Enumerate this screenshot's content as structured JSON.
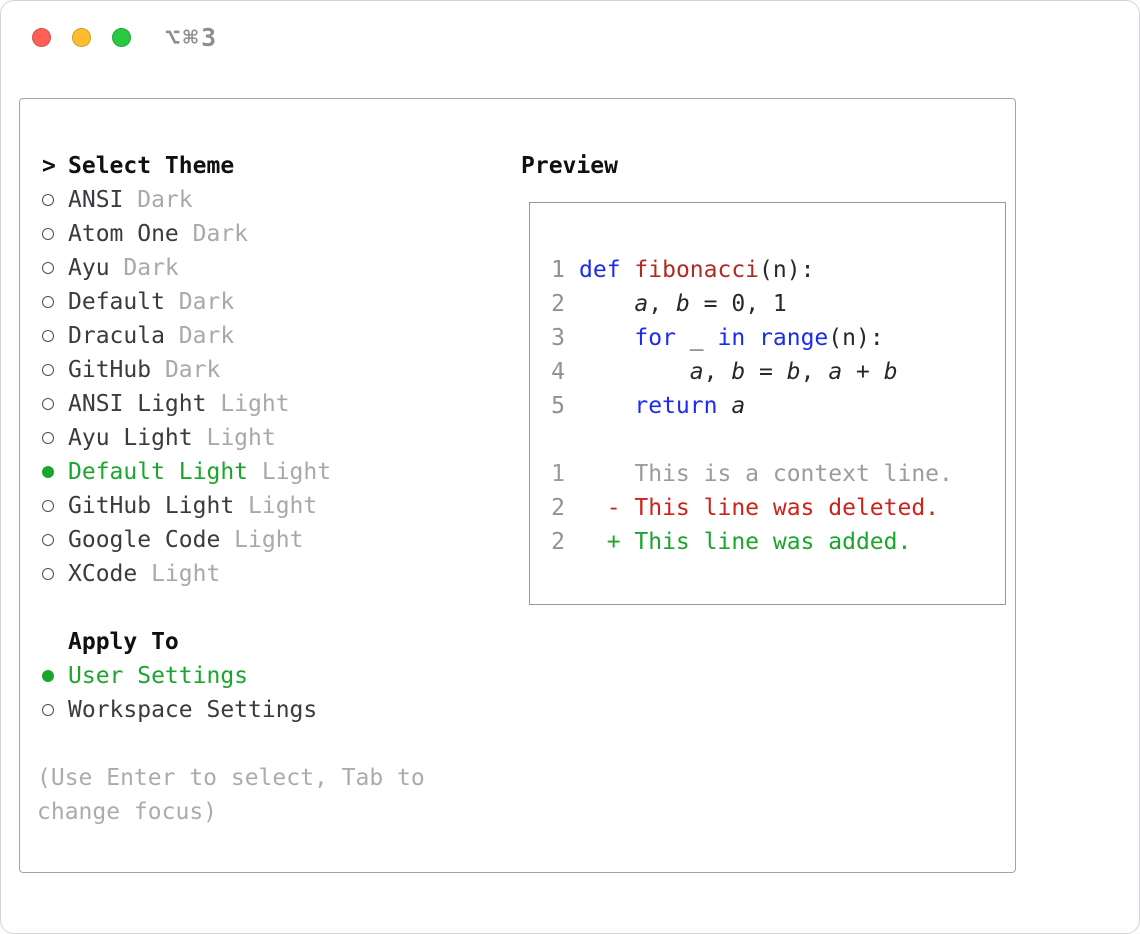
{
  "window": {
    "shortcut": "⌥⌘3",
    "traffic_lights": [
      {
        "name": "close",
        "color": "#ff5f57"
      },
      {
        "name": "minimize",
        "color": "#febc2e"
      },
      {
        "name": "zoom",
        "color": "#28c840"
      }
    ]
  },
  "colors": {
    "keyword": "#1a2cf0",
    "function": "#b22a22",
    "plain": "#28282c",
    "line_number": "#8f909a",
    "context": "#9b9ba0",
    "deleted": "#cc231b",
    "added": "#1aa62c",
    "green": "#1aa62c",
    "variant": "#a8a8ad",
    "hint": "#ababb0"
  },
  "theme_selector": {
    "prompt": ">",
    "title": "Select Theme",
    "items": [
      {
        "name": "ANSI",
        "variant": "Dark",
        "selected": false
      },
      {
        "name": "Atom One",
        "variant": "Dark",
        "selected": false
      },
      {
        "name": "Ayu",
        "variant": "Dark",
        "selected": false
      },
      {
        "name": "Default",
        "variant": "Dark",
        "selected": false
      },
      {
        "name": "Dracula",
        "variant": "Dark",
        "selected": false
      },
      {
        "name": "GitHub",
        "variant": "Dark",
        "selected": false
      },
      {
        "name": "ANSI Light",
        "variant": "Light",
        "selected": false
      },
      {
        "name": "Ayu Light",
        "variant": "Light",
        "selected": false
      },
      {
        "name": "Default Light",
        "variant": "Light",
        "selected": true
      },
      {
        "name": "GitHub Light",
        "variant": "Light",
        "selected": false
      },
      {
        "name": "Google Code",
        "variant": "Light",
        "selected": false
      },
      {
        "name": "XCode",
        "variant": "Light",
        "selected": false
      }
    ]
  },
  "apply_to": {
    "title": "Apply To",
    "options": [
      {
        "label": "User Settings",
        "selected": true
      },
      {
        "label": "Workspace Settings",
        "selected": false
      }
    ]
  },
  "hint": "(Use Enter to select, Tab to change focus)",
  "preview": {
    "title": "Preview",
    "code_lines": [
      {
        "number": "1",
        "segments": [
          {
            "text": "def",
            "style": "keyword"
          },
          {
            "text": " ",
            "style": "plain"
          },
          {
            "text": "fibonacci",
            "style": "function"
          },
          {
            "text": "(n):",
            "style": "plain"
          }
        ]
      },
      {
        "number": "2",
        "segments": [
          {
            "text": "    ",
            "style": "plain"
          },
          {
            "text": "a",
            "style": "var"
          },
          {
            "text": ", ",
            "style": "plain"
          },
          {
            "text": "b",
            "style": "var"
          },
          {
            "text": " = 0, 1",
            "style": "plain"
          }
        ]
      },
      {
        "number": "3",
        "segments": [
          {
            "text": "    ",
            "style": "plain"
          },
          {
            "text": "for",
            "style": "keyword"
          },
          {
            "text": " _ ",
            "style": "plain"
          },
          {
            "text": "in",
            "style": "keyword"
          },
          {
            "text": " ",
            "style": "plain"
          },
          {
            "text": "range",
            "style": "keyword"
          },
          {
            "text": "(n):",
            "style": "plain"
          }
        ]
      },
      {
        "number": "4",
        "segments": [
          {
            "text": "        ",
            "style": "plain"
          },
          {
            "text": "a",
            "style": "var"
          },
          {
            "text": ", ",
            "style": "plain"
          },
          {
            "text": "b",
            "style": "var"
          },
          {
            "text": " = ",
            "style": "plain"
          },
          {
            "text": "b",
            "style": "var"
          },
          {
            "text": ", ",
            "style": "plain"
          },
          {
            "text": "a",
            "style": "var"
          },
          {
            "text": " + ",
            "style": "plain"
          },
          {
            "text": "b",
            "style": "var"
          }
        ]
      },
      {
        "number": "5",
        "segments": [
          {
            "text": "    ",
            "style": "plain"
          },
          {
            "text": "return",
            "style": "keyword"
          },
          {
            "text": " ",
            "style": "plain"
          },
          {
            "text": "a",
            "style": "var"
          }
        ]
      }
    ],
    "diff_lines": [
      {
        "number": "1",
        "text": "    This is a context line.",
        "style": "context"
      },
      {
        "number": "2",
        "text": "  - This line was deleted.",
        "style": "deleted"
      },
      {
        "number": "2",
        "text": "  + This line was added.",
        "style": "added"
      }
    ]
  }
}
